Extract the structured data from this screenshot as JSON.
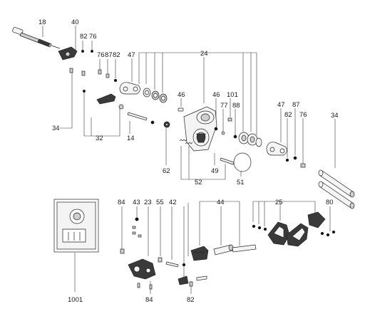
{
  "callouts": {
    "c18": "18",
    "c40": "40",
    "c82a": "82",
    "c76a": "76",
    "c76b": "76",
    "c87a": "87",
    "c82b": "82",
    "c47a": "47",
    "c24": "24",
    "c46a": "46",
    "c46b": "46",
    "c101": "101",
    "c77": "77",
    "c88": "88",
    "c47b": "47",
    "c87b": "87",
    "c82c": "82",
    "c76c": "76",
    "c34a": "34",
    "c34b": "34",
    "c32": "32",
    "c14": "14",
    "c62": "62",
    "c49": "49",
    "c52": "52",
    "c51": "51",
    "c84a": "84",
    "c43": "43",
    "c23": "23",
    "c55": "55",
    "c42": "42",
    "c44": "44",
    "c25": "25",
    "c80": "80",
    "c84b": "84",
    "c82d": "82",
    "c1001": "1001"
  }
}
